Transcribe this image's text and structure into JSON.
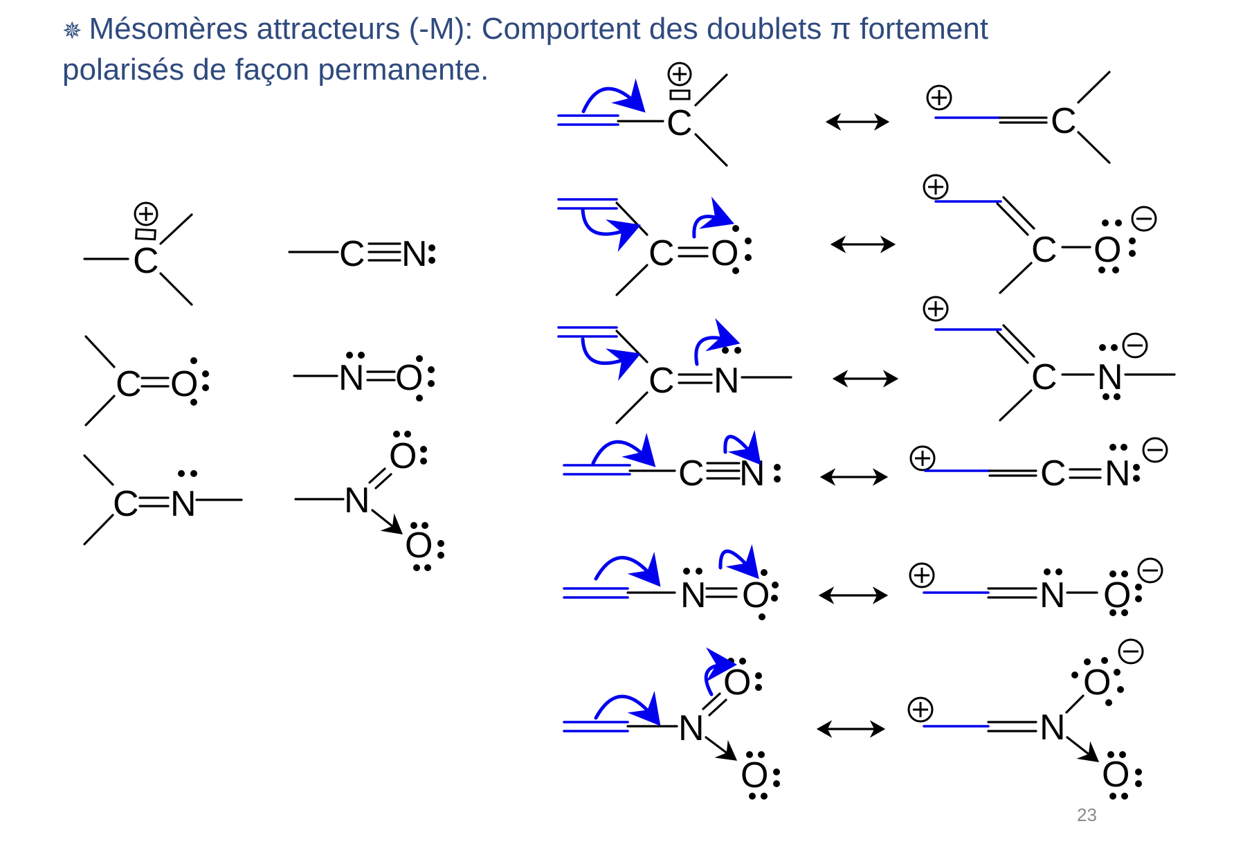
{
  "title": {
    "bullet_icon": "✵",
    "line1": "Mésomères attracteurs (-M): Comportent des  doublets π fortement",
    "line2": "polarisés de façon permanente."
  },
  "page_number": "23",
  "colors": {
    "title": "#2f4a7d",
    "electron_flow": "#0000ee",
    "bonds": "#000000",
    "page_number": "#8a8a8a"
  },
  "atoms": {
    "C": "C",
    "N": "N",
    "O": "O"
  },
  "left_groups": [
    {
      "name": "carbocation",
      "formula": "-C+ (vacant orbital)"
    },
    {
      "name": "nitrile",
      "formula": "-C≡N:"
    },
    {
      "name": "carbonyl",
      "formula": ">C=O"
    },
    {
      "name": "nitroso",
      "formula": "-N=O"
    },
    {
      "name": "imine",
      "formula": ">C=N-"
    },
    {
      "name": "nitro",
      "formula": "-NO2"
    }
  ],
  "resonance_rows": [
    {
      "group": "carbocation",
      "left": "C=C-C+",
      "right": "+C-C=C"
    },
    {
      "group": "carbonyl",
      "left": "C=C-C=O",
      "right": "+C-C=C-O-"
    },
    {
      "group": "imine",
      "left": "C=C-C=N-",
      "right": "+C-C=C-N(-)-"
    },
    {
      "group": "nitrile",
      "left": "C=C-C≡N",
      "right": "+C-C=C=N-"
    },
    {
      "group": "nitroso",
      "left": "C=C-N=O",
      "right": "+C-C=N-O-"
    },
    {
      "group": "nitro",
      "left": "C=C-NO2",
      "right": "+C-C=N(O-)O"
    }
  ],
  "symbols": {
    "resonance_arrow": "↔",
    "plus_charge": "⊕",
    "minus_charge": "⊖"
  }
}
